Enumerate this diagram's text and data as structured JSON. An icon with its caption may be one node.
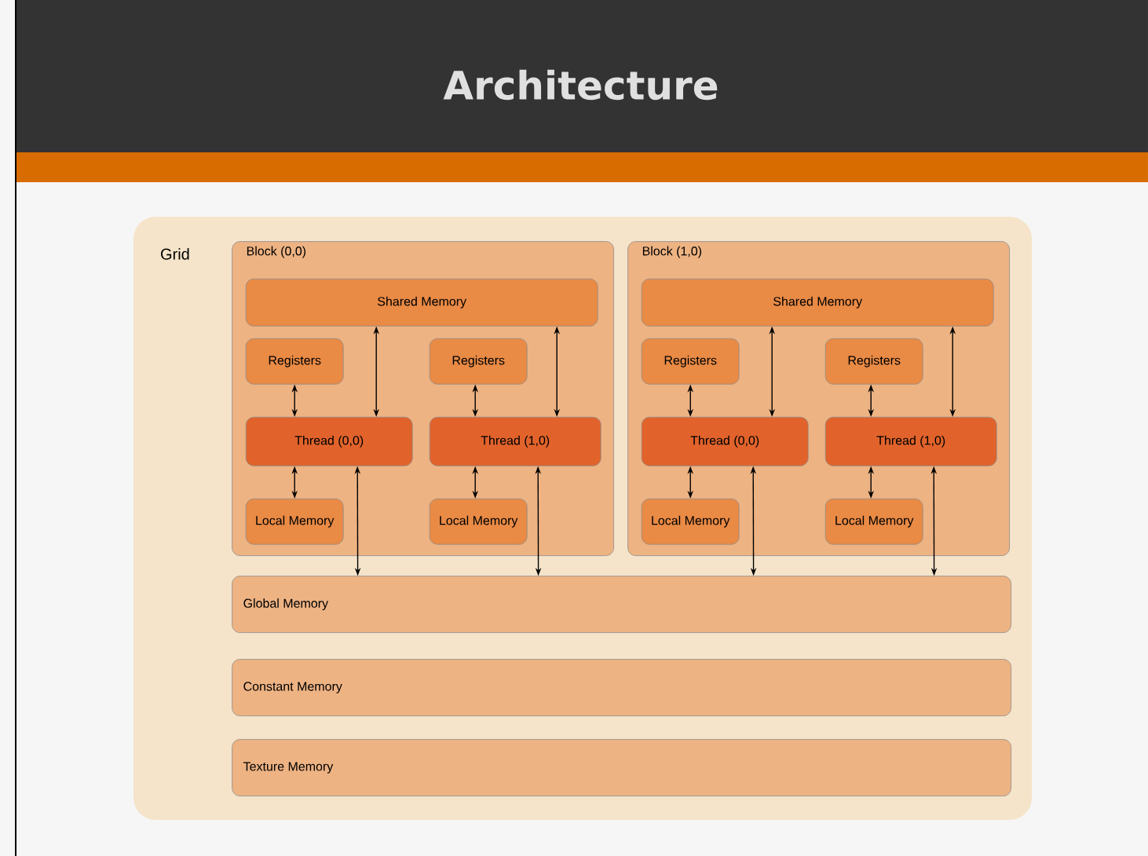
{
  "diagram": {
    "title": "Architecture",
    "nodes": [
      {
        "text": [
          "Grid"
        ]
      },
      {
        "text": [
          "Block (0,0)"
        ],
        "in": 0
      },
      {
        "text": [
          "Shared Memory"
        ],
        "in": 1
      },
      {
        "text": [
          "Registers"
        ],
        "in": 1
      },
      {
        "text": [
          "Registers"
        ],
        "in": 1
      },
      {
        "text": [
          "Thread (0,0)"
        ],
        "in": 1
      },
      {
        "text": [
          "Thread (1,0)"
        ],
        "in": 1
      },
      {
        "text": [
          "Local Memory"
        ],
        "in": 1
      },
      {
        "text": [
          "Local Memory"
        ],
        "in": 1
      },
      {
        "text": [
          "Block (1,0)"
        ],
        "in": 0
      },
      {
        "text": [
          "Shared Memory"
        ],
        "in": 9
      },
      {
        "text": [
          "Registers"
        ],
        "in": 9
      },
      {
        "text": [
          "Registers"
        ],
        "in": 9
      },
      {
        "text": [
          "Thread (0,0)"
        ],
        "in": 9
      },
      {
        "text": [
          "Thread (1,0)"
        ],
        "in": 9
      },
      {
        "text": [
          "Local Memory"
        ],
        "in": 9
      },
      {
        "text": [
          "Local Memory"
        ],
        "in": 9
      },
      {
        "text": [
          "Global Memory"
        ],
        "in": 0
      },
      {
        "text": [
          "Constant Memory"
        ],
        "in": 0
      },
      {
        "text": [
          "Texture Memory"
        ],
        "in": 0
      }
    ],
    "edges": [
      {
        "from": 3,
        "to": 5,
        "arrow": "both"
      },
      {
        "from": 5,
        "to": 7,
        "arrow": "both"
      },
      {
        "from": 5,
        "to": 2,
        "arrow": "both"
      },
      {
        "from": 5,
        "to": 17,
        "arrow": "both"
      },
      {
        "from": 4,
        "to": 6,
        "arrow": "both"
      },
      {
        "from": 6,
        "to": 8,
        "arrow": "both"
      },
      {
        "from": 6,
        "to": 2,
        "arrow": "both"
      },
      {
        "from": 6,
        "to": 17,
        "arrow": "both"
      },
      {
        "from": 11,
        "to": 13,
        "arrow": "both"
      },
      {
        "from": 13,
        "to": 15,
        "arrow": "both"
      },
      {
        "from": 13,
        "to": 10,
        "arrow": "both"
      },
      {
        "from": 13,
        "to": 17,
        "arrow": "both"
      },
      {
        "from": 12,
        "to": 14,
        "arrow": "both"
      },
      {
        "from": 14,
        "to": 16,
        "arrow": "both"
      },
      {
        "from": 14,
        "to": 10,
        "arrow": "both"
      },
      {
        "from": 14,
        "to": 17,
        "arrow": "both"
      }
    ]
  }
}
